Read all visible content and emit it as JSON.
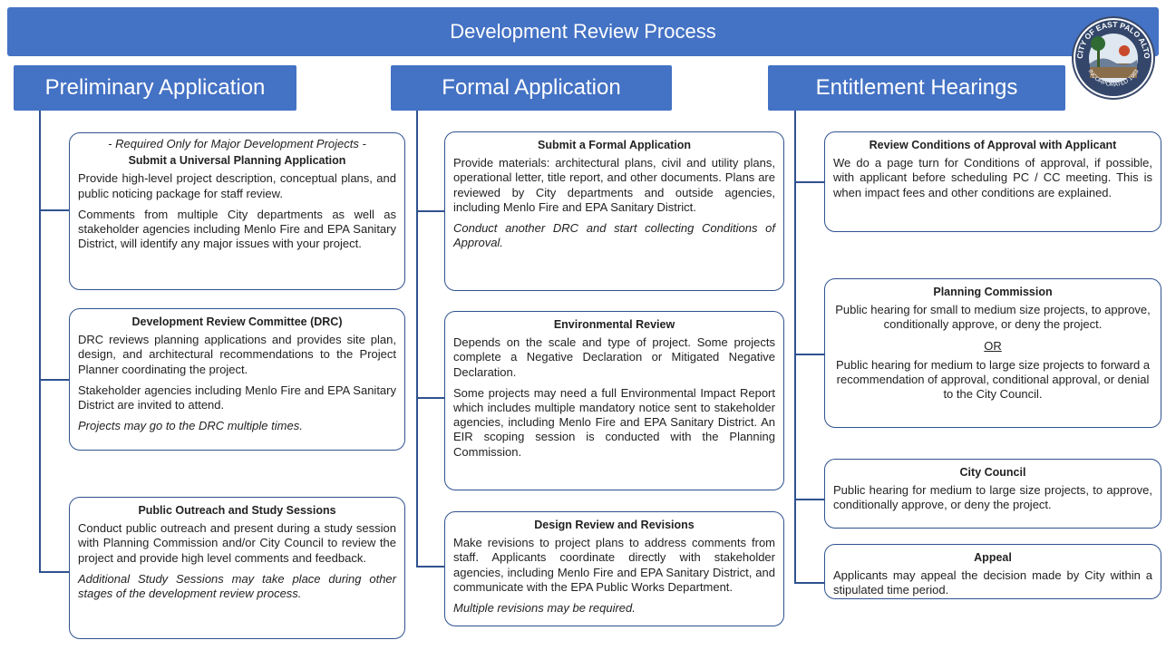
{
  "banner": {
    "title": "Development Review Process"
  },
  "columns": {
    "preliminary": {
      "header": "Preliminary Application",
      "cards": [
        {
          "note": "- Required Only for Major Development Projects -",
          "title": "Submit a Universal Planning Application",
          "p1": "Provide high-level project description, conceptual plans, and public noticing package for staff review.",
          "p2": "Comments from multiple City departments as well as stakeholder agencies including Menlo Fire and EPA Sanitary District, will identify any major issues with your project."
        },
        {
          "title": "Development Review Committee (DRC)",
          "p1": "DRC reviews planning applications and provides site plan, design, and architectural recommendations to the Project Planner coordinating the project.",
          "p2": "Stakeholder agencies including Menlo Fire and EPA Sanitary District are invited to attend.",
          "p3": "Projects may go to the DRC multiple times."
        },
        {
          "title": "Public Outreach and Study Sessions",
          "p1": "Conduct public outreach and present during a study session with Planning Commission and/or City Council to review the project and provide high level comments and feedback.",
          "p2": "Additional Study Sessions may take place during other stages of the development review process."
        }
      ]
    },
    "formal": {
      "header": "Formal Application",
      "cards": [
        {
          "title": "Submit a Formal Application",
          "p1": "Provide materials: architectural plans, civil and utility plans, operational letter, title report, and other documents. Plans are reviewed by City departments and outside agencies, including Menlo Fire and EPA Sanitary District.",
          "p2": "Conduct another DRC and start collecting Conditions of Approval."
        },
        {
          "title": "Environmental Review",
          "p1": "Depends on the scale and type of project. Some projects complete a Negative Declaration or Mitigated Negative Declaration.",
          "p2": "Some projects may need a full Environmental Impact Report which includes multiple mandatory notice sent to stakeholder agencies, including Menlo Fire and EPA Sanitary District. An EIR scoping session is conducted with the Planning Commission."
        },
        {
          "title": "Design Review and Revisions",
          "p1": "Make revisions to project plans to address comments from staff. Applicants coordinate directly with stakeholder agencies, including Menlo Fire and EPA Sanitary District, and communicate with the EPA Public Works Department.",
          "p2": "Multiple revisions may be required."
        }
      ]
    },
    "entitlement": {
      "header": "Entitlement Hearings",
      "cards": [
        {
          "title": "Review Conditions of Approval with Applicant",
          "p1": "We do a page turn for Conditions of approval, if possible, with applicant before scheduling PC / CC meeting. This is when impact fees and other conditions are explained."
        },
        {
          "title": "Planning Commission",
          "p1": "Public hearing for small to medium size projects, to approve, conditionally approve, or deny the project.",
          "or": "OR",
          "p2": "Public hearing for medium to large size projects to forward a recommendation of approval, conditional approval, or denial to the City Council."
        },
        {
          "title": "City Council",
          "p1": "Public hearing for medium to large size projects, to approve, conditionally approve, or deny the project."
        },
        {
          "title": "Appeal",
          "p1": "Applicants may appeal the decision made by City within a stipulated time period."
        }
      ]
    }
  },
  "logo": {
    "top_text": "CITY OF EAST PALO ALTO",
    "bottom_text": "INCORPORATED 1983"
  },
  "colors": {
    "header_blue": "#4472c4",
    "line_blue": "#2f528f"
  }
}
